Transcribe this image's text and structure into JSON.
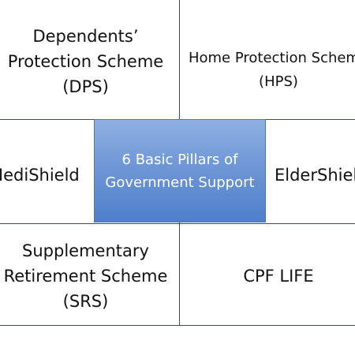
{
  "center": {
    "lines": [
      "6 Basic Pillars of",
      "Government Support"
    ]
  },
  "pillars": {
    "dps": {
      "lines": [
        "Dependents’",
        "Protection Scheme",
        "(DPS)"
      ]
    },
    "hps": {
      "lines": [
        "Home Protection Scheme",
        "(HPS)"
      ]
    },
    "medishield": {
      "text": "MediShield"
    },
    "eldershield": {
      "text": "ElderShield"
    },
    "srs": {
      "lines": [
        "Supplementary",
        "Retirement Scheme",
        "(SRS)"
      ]
    },
    "cpf_life": {
      "text": "CPF LIFE"
    }
  },
  "colors": {
    "grid_line": "#404b5c",
    "center_fill_top": "#8fb0e2",
    "center_fill_bottom": "#4f7fcb",
    "center_text": "#ffffff",
    "cell_text": "#111111"
  }
}
